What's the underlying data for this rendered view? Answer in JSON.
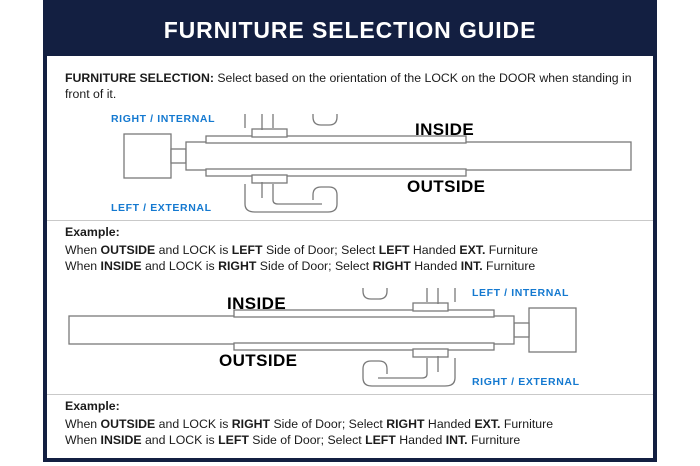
{
  "header": {
    "title": "FURNITURE SELECTION GUIDE",
    "bg_color": "#131f41",
    "text_color": "#ffffff"
  },
  "colors": {
    "frame": "#131f41",
    "blue_label": "#1479d0",
    "body_text": "#1b1b1b",
    "divider": "#c9c9c9",
    "diagram_stroke": "#6e6e6e"
  },
  "intro": {
    "label": "FURNITURE SELECTION:",
    "text": " Select based on the orientation of the LOCK on the DOOR when standing in front of it."
  },
  "diagram_1": {
    "name": "left-external-right-internal-door",
    "labels": {
      "top_blue": "RIGHT / INTERNAL",
      "bottom_blue": "LEFT / EXTERNAL",
      "top_black": "INSIDE",
      "bottom_black": "OUTSIDE"
    },
    "lock_side": "left"
  },
  "diagram_2": {
    "name": "right-external-left-internal-door",
    "labels": {
      "top_blue": "LEFT / INTERNAL",
      "bottom_blue": "RIGHT / EXTERNAL",
      "top_black": "INSIDE",
      "bottom_black": "OUTSIDE"
    },
    "lock_side": "right"
  },
  "example_1": {
    "heading": "Example:",
    "lines": [
      {
        "p1": "When ",
        "b1": "OUTSIDE",
        "p2": " and LOCK is ",
        "b2": "LEFT",
        "p3": " Side of Door;   Select ",
        "b3": "LEFT",
        "p4": " Handed ",
        "b4": "EXT.",
        "p5": " Furniture"
      },
      {
        "p1": "When ",
        "b1": "INSIDE",
        "p2": " and LOCK is ",
        "b2": "RIGHT",
        "p3": " Side of Door;  Select ",
        "b3": "RIGHT",
        "p4": " Handed ",
        "b4": "INT.",
        "p5": " Furniture"
      }
    ]
  },
  "example_2": {
    "heading": "Example:",
    "lines": [
      {
        "p1": "When ",
        "b1": "OUTSIDE",
        "p2": " and LOCK is ",
        "b2": "RIGHT",
        "p3": " Side of Door;   Select ",
        "b3": "RIGHT",
        "p4": " Handed ",
        "b4": "EXT.",
        "p5": " Furniture"
      },
      {
        "p1": "When ",
        "b1": "INSIDE",
        "p2": " and LOCK is ",
        "b2": "LEFT",
        "p3": " Side of Door;  Select ",
        "b3": "LEFT",
        "p4": " Handed ",
        "b4": "INT.",
        "p5": " Furniture"
      }
    ]
  }
}
